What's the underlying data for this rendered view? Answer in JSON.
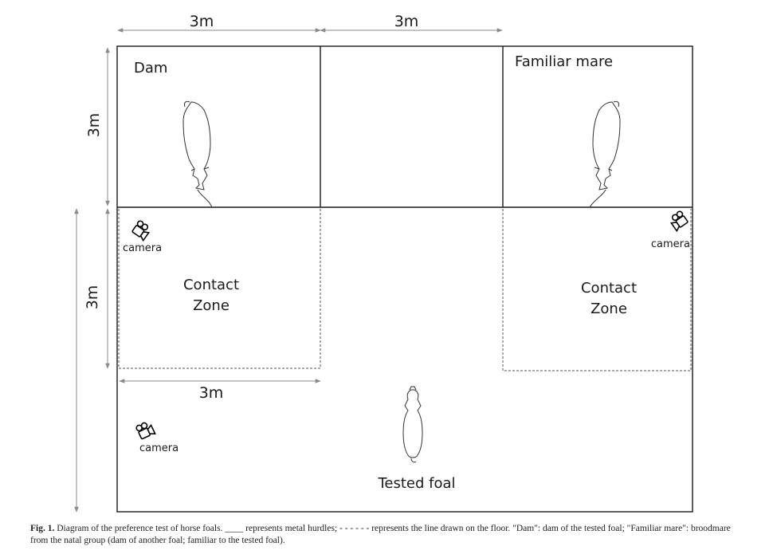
{
  "dimensions": {
    "top_width_left": "3m",
    "top_width_right": "3m",
    "height_top": "3m",
    "height_mid": "3m",
    "contact_width": "3m"
  },
  "labels": {
    "dam": "Dam",
    "familiar_mare": "Familiar mare",
    "tested_foal": "Tested foal"
  },
  "zones": {
    "left_line1": "Contact",
    "left_line2": "Zone",
    "right_line1": "Contact",
    "right_line2": "Zone"
  },
  "cameras": {
    "left_top": "camera",
    "right_top": "camera",
    "bottom_left": "camera"
  },
  "caption": {
    "label": "Fig. 1.",
    "text": " Diagram of the preference test of horse foals. ____ represents metal hurdles; - - - - - - represents the line drawn on the floor. \"Dam\": dam of the tested foal; \"Familiar mare\": broodmare from the natal group (dam of another foal; familiar to the tested foal)."
  },
  "colors": {
    "hurdle": "#1a1a1a",
    "dimension_arrow": "#8a8a8a",
    "floor_line": "#555555"
  }
}
